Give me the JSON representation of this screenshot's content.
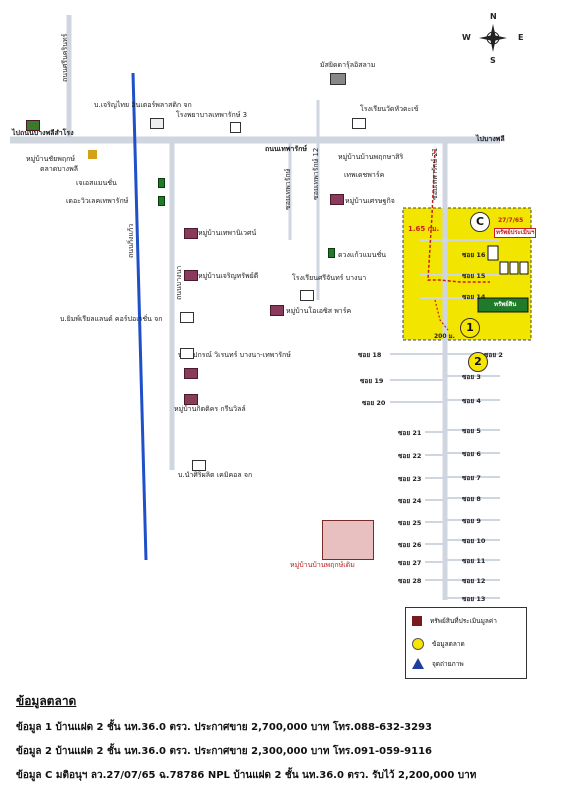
{
  "compass": {
    "n": "N",
    "s": "S",
    "e": "E",
    "w": "W"
  },
  "roads": {
    "main_h": "ถนนเทพารักษ์",
    "left_v": "ถนนศรีนครินทร์",
    "mid_v": "ถนนกิ่งแก้ว",
    "bang_phli": "ไปบางพลี",
    "samrong": "ไปถนนบางพลีสำโรง",
    "bangna": "ถนนบางนา",
    "soi_mid1": "ซอยเทพารักษ์",
    "soi_mid2": "ซอยเทพารักษ์ 12",
    "soi_right": "ซอยเทพารักษ์ 21"
  },
  "places": [
    {
      "id": "p1",
      "text": "บ.เจริญไทย อินเตอร์พลาสติก จก"
    },
    {
      "id": "p2",
      "text": "โรงพยาบาลเทพารักษ์ 3"
    },
    {
      "id": "p3",
      "text": "มัสยิดดารุ้ลอิสลาม"
    },
    {
      "id": "p4",
      "text": "โรงเรียนวัดหัวตะเข้"
    },
    {
      "id": "p5",
      "text": "หมู่บ้านบ้านพฤกษาสิริ"
    },
    {
      "id": "p6",
      "text": "ตลาดบางพลี"
    },
    {
      "id": "p7",
      "text": "หมู่บ้านชัยพฤกษ์"
    },
    {
      "id": "p8",
      "text": "เจเอสแมนชั่น"
    },
    {
      "id": "p9",
      "text": "เดอะวิวเลคเทพารักษ์"
    },
    {
      "id": "p10",
      "text": "เทพเดชพาร์ค"
    },
    {
      "id": "p11",
      "text": "หมู่บ้านเศรษฐกิจ"
    },
    {
      "id": "p12",
      "text": "หมู่บ้านเทพานิเวศน์"
    },
    {
      "id": "p13",
      "text": "ดวงแก้วแมนชั่น"
    },
    {
      "id": "p14",
      "text": "หมู่บ้านเจริญทรัพย์ดี"
    },
    {
      "id": "p15",
      "text": "โรงเรียนศรีจันทร์ บางนา"
    },
    {
      "id": "p16",
      "text": "หมู่บ้านโอเอซิส พาร์ค"
    },
    {
      "id": "p17",
      "text": "บ.ยิมพ์เรียลแลนด์ คอร์ปอเรชั่น จก"
    },
    {
      "id": "p18",
      "text": "บ.กิจปกรณ์ วิเรนทร์ บางนา-เทพารักษ์"
    },
    {
      "id": "p19",
      "text": "หมู่บ้านกิตติคร กรีนวิลล์"
    },
    {
      "id": "p20",
      "text": "บ.นำศิริผลิต เคมิคอล จก"
    },
    {
      "id": "p21",
      "text": "หมู่บ้านบ้านพฤกษ์เดิม"
    }
  ],
  "soi_left": [
    "ซอย 18",
    "ซอย 19",
    "ซอย 20",
    "ซอย 21",
    "ซอย 22",
    "ซอย 23",
    "ซอย 24",
    "ซอย 25",
    "ซอย 26",
    "ซอย 27",
    "ซอย 28"
  ],
  "soi_right": [
    "ซอย 2",
    "ซอย 3",
    "ซอย 4",
    "ซอย 5",
    "ซอย 6",
    "ซอย 7",
    "ซอย 8",
    "ซอย 9",
    "ซอย 10",
    "ซอย 11",
    "ซอย 12",
    "ซอย 13"
  ],
  "highlight": {
    "distance": "1.65 กม.",
    "date": "27/7/65",
    "subject": "ทรัพย์ประเมินฯ",
    "soi16": "ซอย 16",
    "soi15": "ซอย 15",
    "soi14": "ซอย 14",
    "green_label": "ทรัพย์สิน",
    "dist2": "200 ม."
  },
  "markers": [
    "1",
    "2",
    "C"
  ],
  "legend": {
    "item1": "ทรัพย์สินที่ประเมินมูลค่า",
    "item2": "ข้อมูลตลาด",
    "item3": "จุดถ่ายภาพ"
  },
  "notes": {
    "title": "ข้อมูลตลาด",
    "lines": [
      "ข้อมูล 1 บ้านแฝด 2 ชั้น นท.36.0 ตรว. ประกาศขาย 2,700,000 บาท โทร.088-632-3293",
      "ข้อมูล 2 บ้านแฝด 2 ชั้น นท.36.0 ตรว. ประกาศขาย 2,300,000 บาท โทร.091-059-9116",
      "ข้อมูล C มติอนุฯ ลว.27/07/65 ฉ.78786 NPL บ้านแฝด 2 ชั้น นท.36.0 ตรว. รับไว้ 2,200,000 บาท"
    ]
  },
  "colors": {
    "highlight": "#f2e600",
    "blue_road": "#1f4fc9",
    "house": "#8a3a5a",
    "green": "#1f7a2a"
  }
}
